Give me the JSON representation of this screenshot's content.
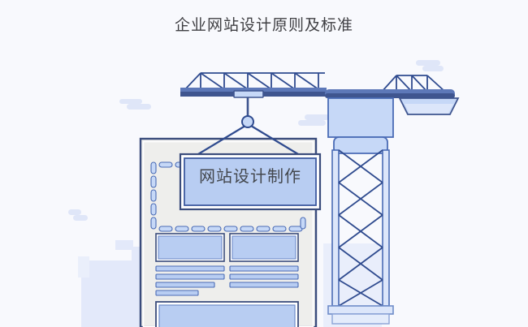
{
  "page": {
    "title": "企业网站设计原则及标准",
    "background_color": "#f8f9fd",
    "title_color": "#3f3f43"
  },
  "illustration": {
    "name": "construction-crane-website-building",
    "alt": "工地塔吊吊起网站设计制作牌子的插画",
    "sign": {
      "label": "网站设计制作",
      "fill": "#b8cdf2",
      "border": "#3e5aa0",
      "text_color": "#43474d"
    },
    "palette": {
      "line_dark": "#2f4b8f",
      "line_mid": "#4a6bb5",
      "fill_light": "#c6d8f7",
      "fill_lighter": "#dce6fa",
      "fill_panel": "#eeeeec",
      "beam_dark": "#3f558f",
      "beam_mid": "#5d78b8",
      "ghost_blue": "#e3e9fa",
      "cloud": "#dfe6f8",
      "white": "#ffffff"
    },
    "parts": [
      {
        "name": "crane-jib",
        "label": "起重臂"
      },
      {
        "name": "crane-counter-jib",
        "label": "平衡臂"
      },
      {
        "name": "crane-counterweight",
        "label": "配重"
      },
      {
        "name": "crane-machinery-house",
        "label": "机房"
      },
      {
        "name": "crane-mast",
        "label": "塔身"
      },
      {
        "name": "crane-base",
        "label": "底座"
      },
      {
        "name": "crane-hook-pulley",
        "label": "吊钩滑轮"
      },
      {
        "name": "website-building-panel",
        "label": "网站页面楼体"
      },
      {
        "name": "background-buildings",
        "label": "背景楼群"
      },
      {
        "name": "background-clouds",
        "label": "背景云朵"
      }
    ]
  }
}
